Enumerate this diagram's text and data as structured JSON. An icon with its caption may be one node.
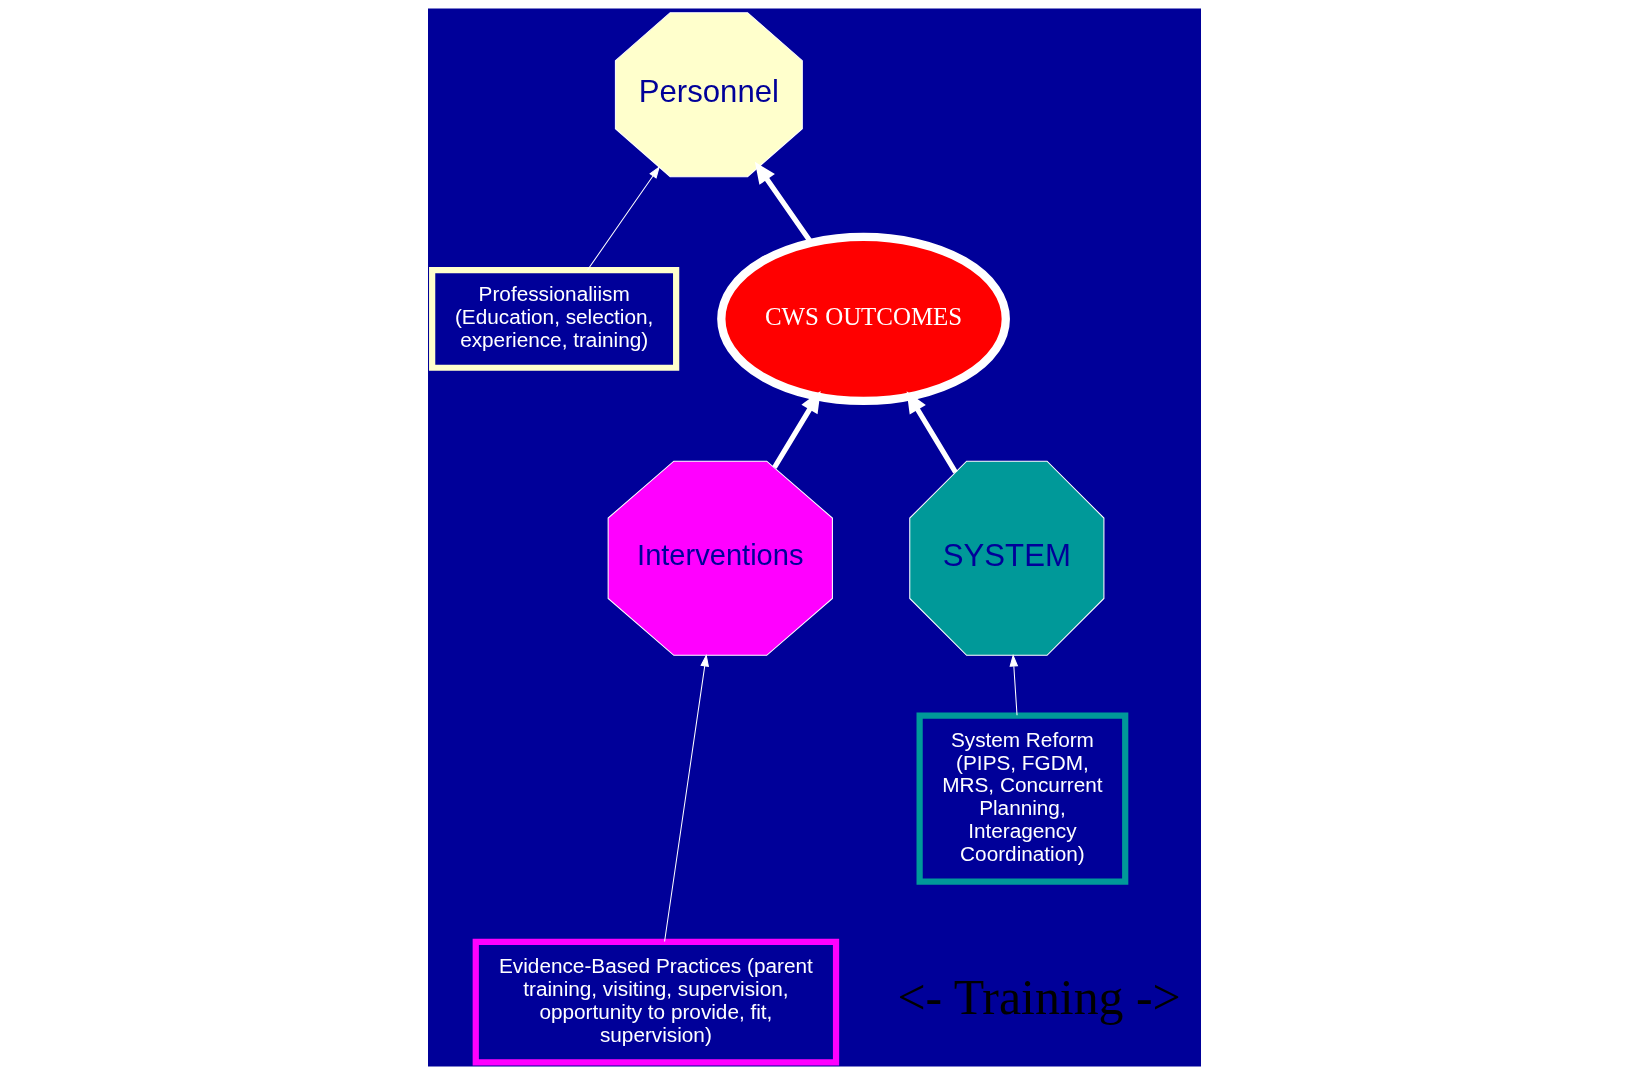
{
  "diagram": {
    "nodes": [
      {
        "text": [
          "SYSTEM"
        ]
      },
      {
        "text": [
          "CWS OUTCOMES"
        ]
      },
      {
        "text": [
          "Personnel"
        ]
      },
      {
        "text": [
          "Interventions"
        ]
      },
      {
        "text": [
          "System Reform (PIPS, FGDM, MRS, Concurrent Planning, Interagency Coordination)"
        ]
      },
      {
        "text": [
          "Professionaliism (Education, selection, experience, training)"
        ]
      },
      {
        "text": [
          "Evidence-Based Practices (parent training, visiting, supervision, opportunity to provide, fit, supervision)"
        ]
      }
    ],
    "edges": [
      {
        "from": 0,
        "to": 1,
        "arrow": "to",
        "style": "thick"
      },
      {
        "from": 1,
        "to": 2,
        "arrow": "to",
        "style": "thick"
      },
      {
        "from": 3,
        "to": 1,
        "arrow": "to",
        "style": "thick"
      },
      {
        "from": 4,
        "to": 0,
        "arrow": "to"
      },
      {
        "from": 5,
        "to": 2,
        "arrow": "to"
      },
      {
        "from": 6,
        "to": 3,
        "arrow": "to"
      }
    ],
    "labels": [
      "<- Training ->"
    ]
  }
}
